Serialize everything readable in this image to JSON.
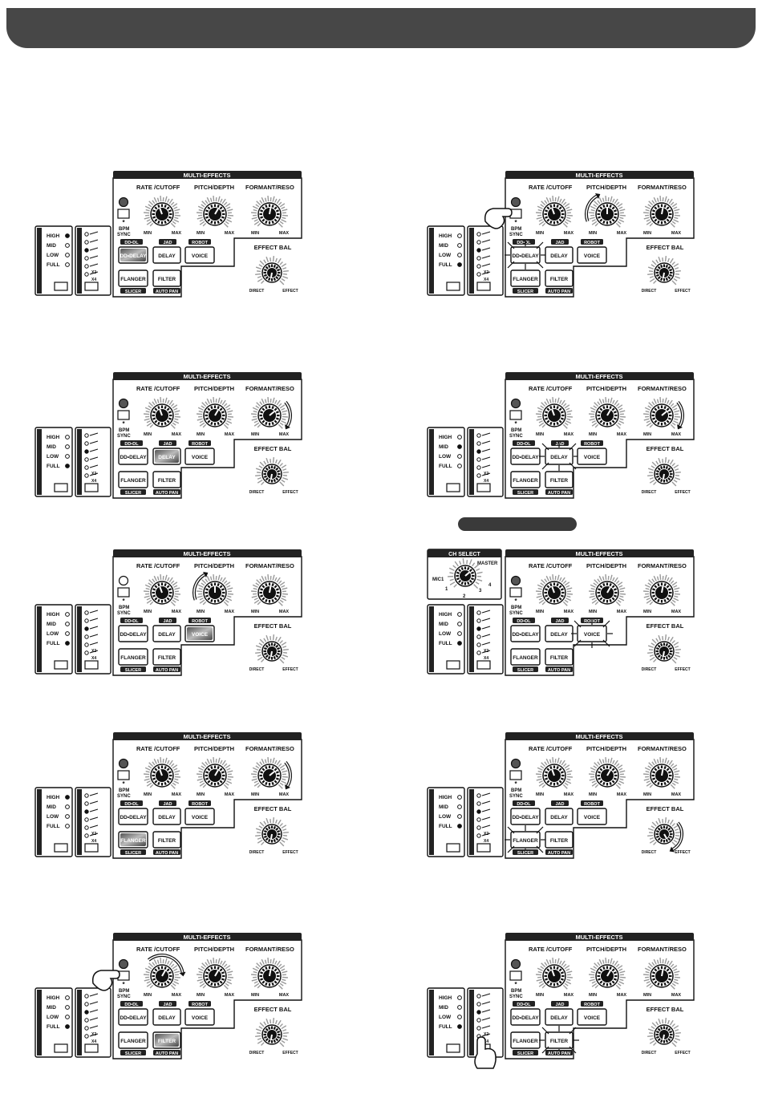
{
  "labels": {
    "multi_effects": "MULTI-EFFECTS",
    "rate": "RATE",
    "cutoff": "/CUTOFF",
    "pitch_depth": "PITCH/DEPTH",
    "formant_reso": "FORMANT/RESO",
    "min": "MIN",
    "max": "MAX",
    "bpm": "BPM",
    "sync": "SYNC",
    "asterisk": "*",
    "effect_bal": "EFFECT BAL",
    "direct": "DIRECT",
    "effect": "EFFECT",
    "dd_delay": "DD•DELAY",
    "delay": "DELAY",
    "voice": "VOICE",
    "flanger": "FLANGER",
    "filter": "FILTER",
    "tag_ddel": "DD•DL",
    "tag_jad": "JAD",
    "tag_robot": "ROBOT",
    "tag_slicer": "SLICER",
    "tag_auto_pan": "AUTO PAN",
    "high": "HIGH",
    "mid": "MID",
    "low": "LOW",
    "full": "FULL",
    "x2": "X2",
    "x4": "X4",
    "ch_select": "CH SELECT",
    "mic1": "MIC1",
    "master": "MASTER",
    "ch1": "1",
    "ch2": "2",
    "ch3": "3",
    "ch4": "4"
  },
  "panels": [
    {
      "range": "high",
      "active": "dd_delay",
      "hand": "",
      "rot": "",
      "mode": "light"
    },
    {
      "range": "full",
      "active": "dd_delay",
      "hand": "bpm",
      "rot": "pitch",
      "mode": "flash"
    },
    {
      "range": "full",
      "active": "delay",
      "hand": "",
      "rot": "formant",
      "mode": "light"
    },
    {
      "range": "mid",
      "active": "delay",
      "hand": "",
      "rot": "formant",
      "mode": "flash"
    },
    {
      "range": "full",
      "active": "voice",
      "hand": "",
      "rot": "pitch",
      "mode": "light",
      "led_off": true
    },
    {
      "range": "full",
      "active": "voice",
      "hand": "",
      "rot": "",
      "mode": "flash",
      "ch_select": true
    },
    {
      "range": "high",
      "active": "flanger",
      "hand": "",
      "rot": "formant",
      "mode": "light"
    },
    {
      "range": "full",
      "active": "flanger",
      "hand": "",
      "rot": "bal",
      "mode": "flash"
    },
    {
      "range": "full",
      "active": "filter",
      "hand": "bpm",
      "rot": "rate",
      "mode": "light"
    },
    {
      "range": "full",
      "active": "filter",
      "hand": "range",
      "rot": "",
      "mode": "flash"
    }
  ]
}
